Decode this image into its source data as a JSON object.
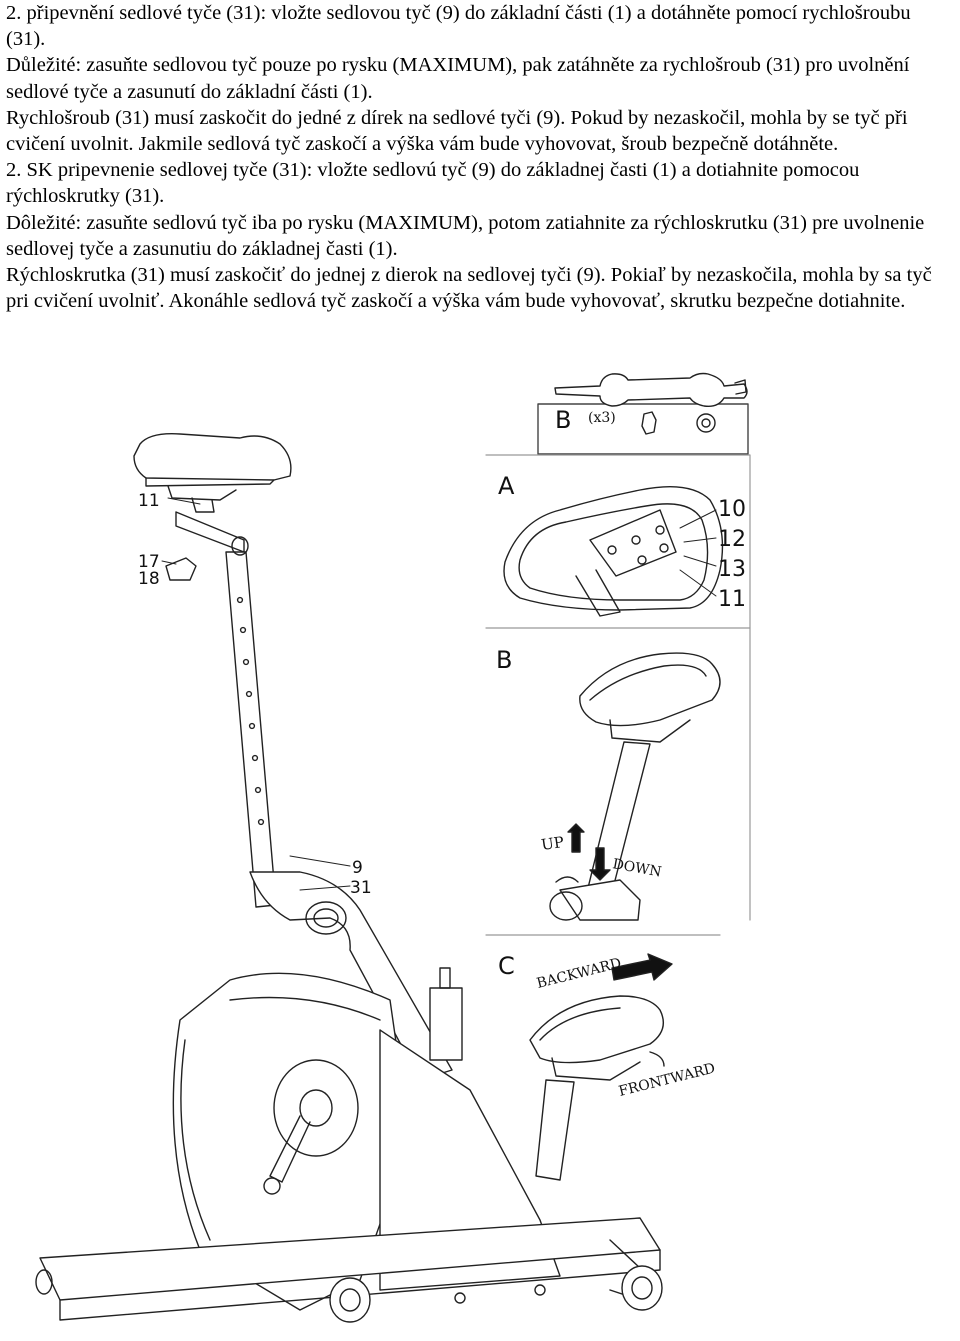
{
  "paragraphs": [
    "2. připevnění sedlové tyče (31): vložte sedlovou tyč (9) do základní části (1) a dotáhněte pomocí rychlošroubu (31).",
    "Důležité: zasuňte sedlovou tyč pouze po rysku (MAXIMUM), pak zatáhněte za rychlošroub (31) pro uvolnění sedlové tyče a zasunutí do základní části (1).",
    "Rychlošroub (31) musí zaskočit do jedné z dírek na sedlové tyči (9). Pokud by nezaskočil, mohla by se tyč při cvičení uvolnit. Jakmile sedlová tyč zaskočí a výška vám bude vyhovovat, šroub bezpečně dotáhněte.",
    "2. SK pripevnenie sedlovej tyče (31): vložte sedlovú tyč (9) do základnej časti (1) a dotiahnite pomocou rýchloskrutky (31).",
    "Dôležité: zasuňte sedlovú tyč iba po rysku (MAXIMUM), potom zatiahnite za rýchloskrutku (31) pre uvolnenie sedlovej tyče a zasunutiu do základnej časti (1).",
    "Rýchloskrutka (31) musí zaskočiť do jednej z dierok na sedlovej tyči (9). Pokiaľ by nezaskočila, mohla by sa tyč pri cvičení uvolniť. Akonáhle sedlová tyč zaskočí a výška vám bude vyhovovať, skrutku bezpečne dotiahnite."
  ],
  "figure": {
    "tool_box_letter": "B",
    "tool_box_qty": "(x3)",
    "main_labels": {
      "l11": "11",
      "l17": "17",
      "l18": "18",
      "l9": "9",
      "l31": "31"
    },
    "panel_a": {
      "letter": "A",
      "parts": [
        "10",
        "12",
        "13",
        "11"
      ]
    },
    "panel_b": {
      "letter": "B",
      "up": "UP",
      "down": "DOWN"
    },
    "panel_c": {
      "letter": "C",
      "backward": "BACKWARD",
      "forward": "FRONTWARD"
    }
  }
}
